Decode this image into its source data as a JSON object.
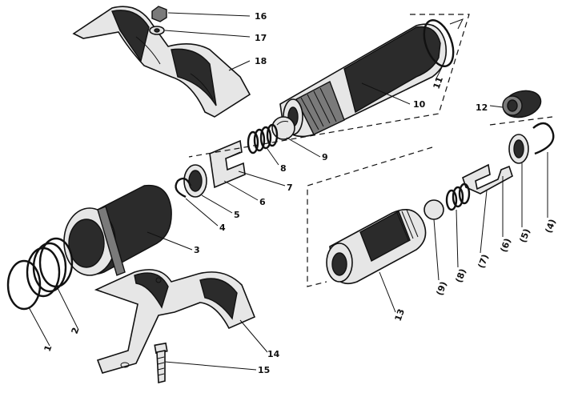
{
  "labels": {
    "l1": "1",
    "l2": "2",
    "l3": "3",
    "l4": "4",
    "l5": "5",
    "l6": "6",
    "l7": "7",
    "l8": "8",
    "l9": "9",
    "l10": "10",
    "l11": "11",
    "l12": "12",
    "l13": "13",
    "l14": "14",
    "l15": "15",
    "l16": "16",
    "l17": "17",
    "l18": "18",
    "p4": "(4)",
    "p5": "(5)",
    "p6": "(6)",
    "p7": "(7)",
    "p8": "(8)",
    "p9": "(9)"
  }
}
